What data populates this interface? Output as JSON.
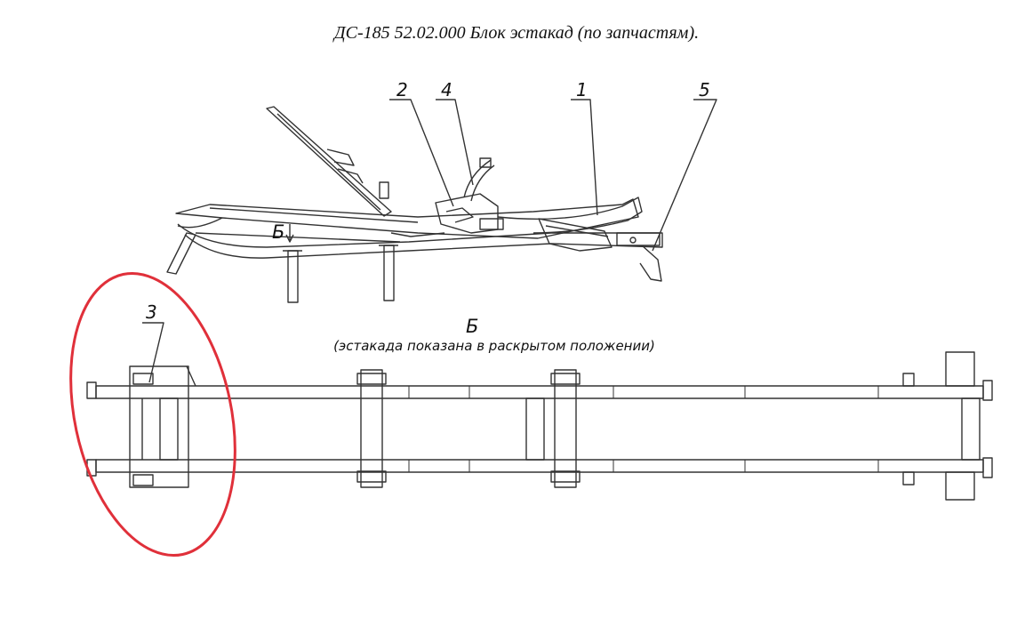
{
  "title": "ДС-185 52.02.000 Блок эстакад (по запчастям).",
  "callouts": [
    "1",
    "2",
    "3",
    "4",
    "5"
  ],
  "view_marker": "Б",
  "plan_view": {
    "label": "Б",
    "note": "(эстакада показана в раскрытом положении)"
  },
  "highlight": {
    "color": "#e0303a",
    "target": "3"
  },
  "colors": {
    "line": "#333333",
    "text": "#111111"
  }
}
